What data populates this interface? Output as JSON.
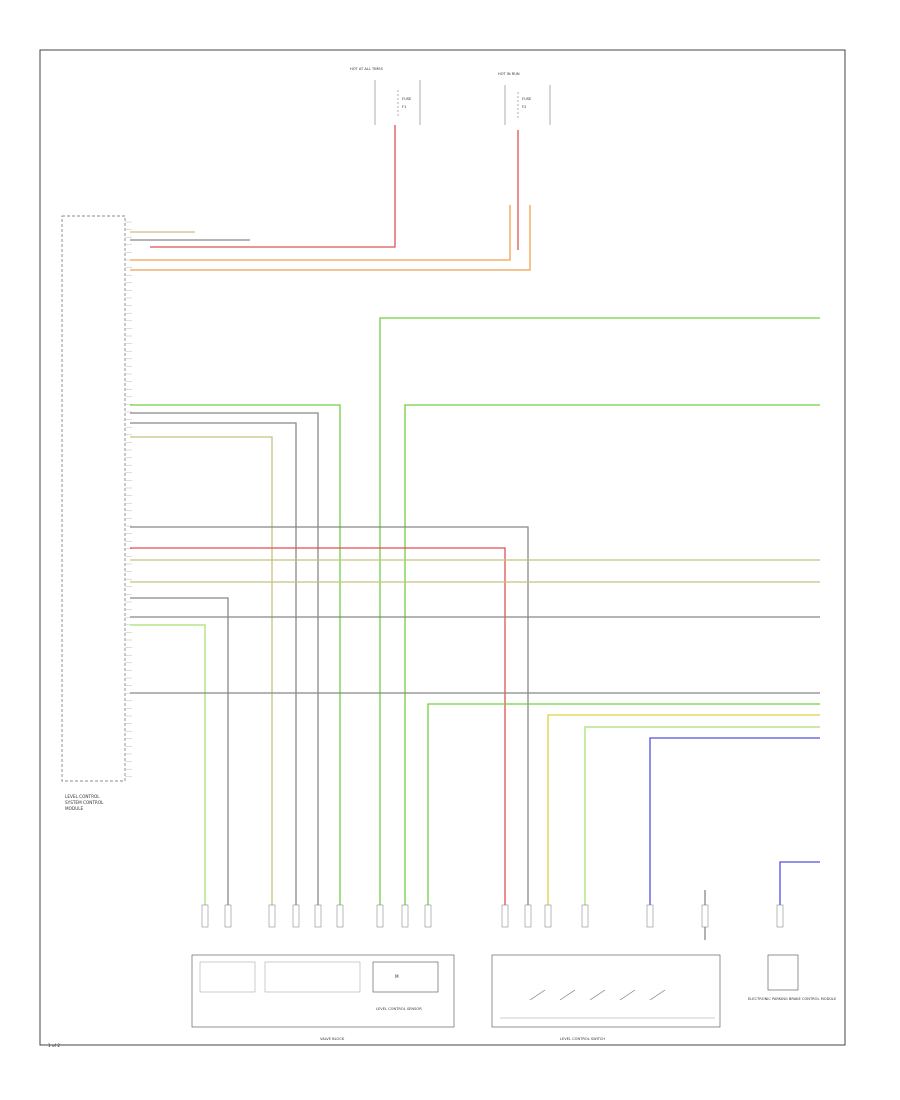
{
  "diagram": {
    "fuse_top_left": {
      "title": "HOT AT ALL TIMES",
      "fuse": "FUSE",
      "id": "F1"
    },
    "fuse_top_right": {
      "title": "HOT IN RUN",
      "fuse": "FUSE",
      "id": "F2"
    },
    "module_left_label": [
      "LEVEL CONTROL",
      "SYSTEM CONTROL",
      "MODULE"
    ],
    "bottom_labels": {
      "left_box": "VALVE BLOCK",
      "motor_box": "LEVEL CONTROL SENSOR",
      "switch_group": "LEVEL CONTROL SWITCH",
      "right_box": "ELECTRONIC PARKING BRAKE CONTROL MODULE"
    },
    "page_tag": "1 of 2",
    "wire_colors": {
      "red": "#e05050",
      "orange": "#f0a050",
      "green": "#70d040",
      "lightgreen": "#a8e070",
      "olive": "#c8c080",
      "gray": "#888888",
      "blue": "#5050e0",
      "yellow": "#e0d040",
      "darkred": "#c06040"
    }
  }
}
